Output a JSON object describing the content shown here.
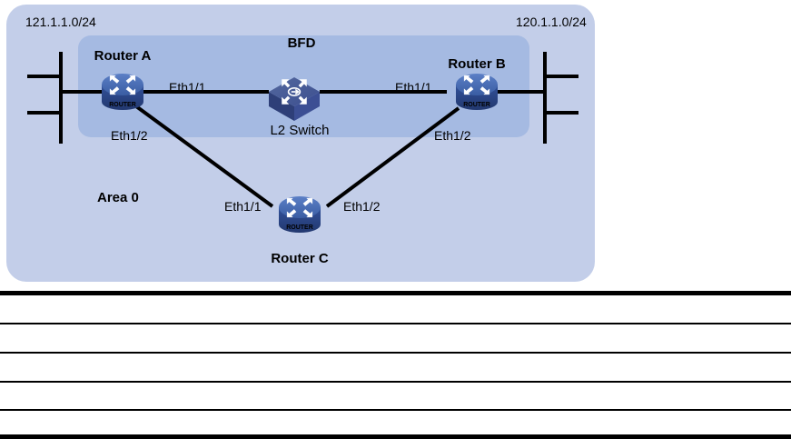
{
  "diagram": {
    "type": "network-topology",
    "title_visible": false,
    "colors": {
      "outer_panel": "#c3cee9",
      "inner_panel": "#a5bae2",
      "router_body": "#3f62a8",
      "router_top": "#4f74bd",
      "router_base": "#2a4684",
      "switch_top": "#4a5ea8",
      "switch_side": "#33447f",
      "switch_front": "#3d5194",
      "link": "#000000",
      "text": "#000000"
    },
    "zones": [
      {
        "name": "area-zone",
        "label": "Area 0"
      },
      {
        "name": "bfd-zone",
        "label": "BFD"
      }
    ],
    "networks": [
      {
        "name": "left-network",
        "label": "121.1.1.0/24"
      },
      {
        "name": "right-network",
        "label": "120.1.1.0/24"
      }
    ],
    "devices": [
      {
        "name": "router-a",
        "label": "Router A",
        "kind": "router"
      },
      {
        "name": "router-b",
        "label": "Router B",
        "kind": "router"
      },
      {
        "name": "router-c",
        "label": "Router C",
        "kind": "router"
      },
      {
        "name": "l2-switch",
        "label": "L2 Switch",
        "kind": "switch"
      }
    ],
    "device_badge": "ROUTER",
    "interfaces": [
      {
        "name": "router-a-eth1-1",
        "label": "Eth1/1",
        "device": "Router A",
        "peer": "L2 Switch"
      },
      {
        "name": "router-a-eth1-2",
        "label": "Eth1/2",
        "device": "Router A",
        "peer": "Router C"
      },
      {
        "name": "router-b-eth1-1",
        "label": "Eth1/1",
        "device": "Router B",
        "peer": "L2 Switch"
      },
      {
        "name": "router-b-eth1-2",
        "label": "Eth1/2",
        "device": "Router B",
        "peer": "Router C"
      },
      {
        "name": "router-c-eth1-1",
        "label": "Eth1/1",
        "device": "Router C",
        "peer": "Router A"
      },
      {
        "name": "router-c-eth1-2",
        "label": "Eth1/2",
        "device": "Router C",
        "peer": "Router B"
      }
    ],
    "links": [
      {
        "name": "link-a-switch",
        "from": "Router A",
        "to": "L2 Switch"
      },
      {
        "name": "link-switch-b",
        "from": "L2 Switch",
        "to": "Router B"
      },
      {
        "name": "link-a-c",
        "from": "Router A",
        "to": "Router C"
      },
      {
        "name": "link-c-b",
        "from": "Router C",
        "to": "Router B"
      },
      {
        "name": "link-a-leftnet",
        "from": "Router A",
        "to": "121.1.1.0/24"
      },
      {
        "name": "link-b-rightnet",
        "from": "Router B",
        "to": "120.1.1.0/24"
      }
    ]
  },
  "table": {
    "rows": [
      {
        "name": "table-row-1",
        "cells": [
          "",
          ""
        ]
      },
      {
        "name": "table-row-2",
        "cells": [
          "",
          ""
        ]
      },
      {
        "name": "table-row-3",
        "cells": [
          "",
          ""
        ]
      },
      {
        "name": "table-row-4",
        "cells": [
          "",
          ""
        ]
      },
      {
        "name": "table-row-5",
        "cells": [
          "",
          ""
        ]
      }
    ]
  }
}
